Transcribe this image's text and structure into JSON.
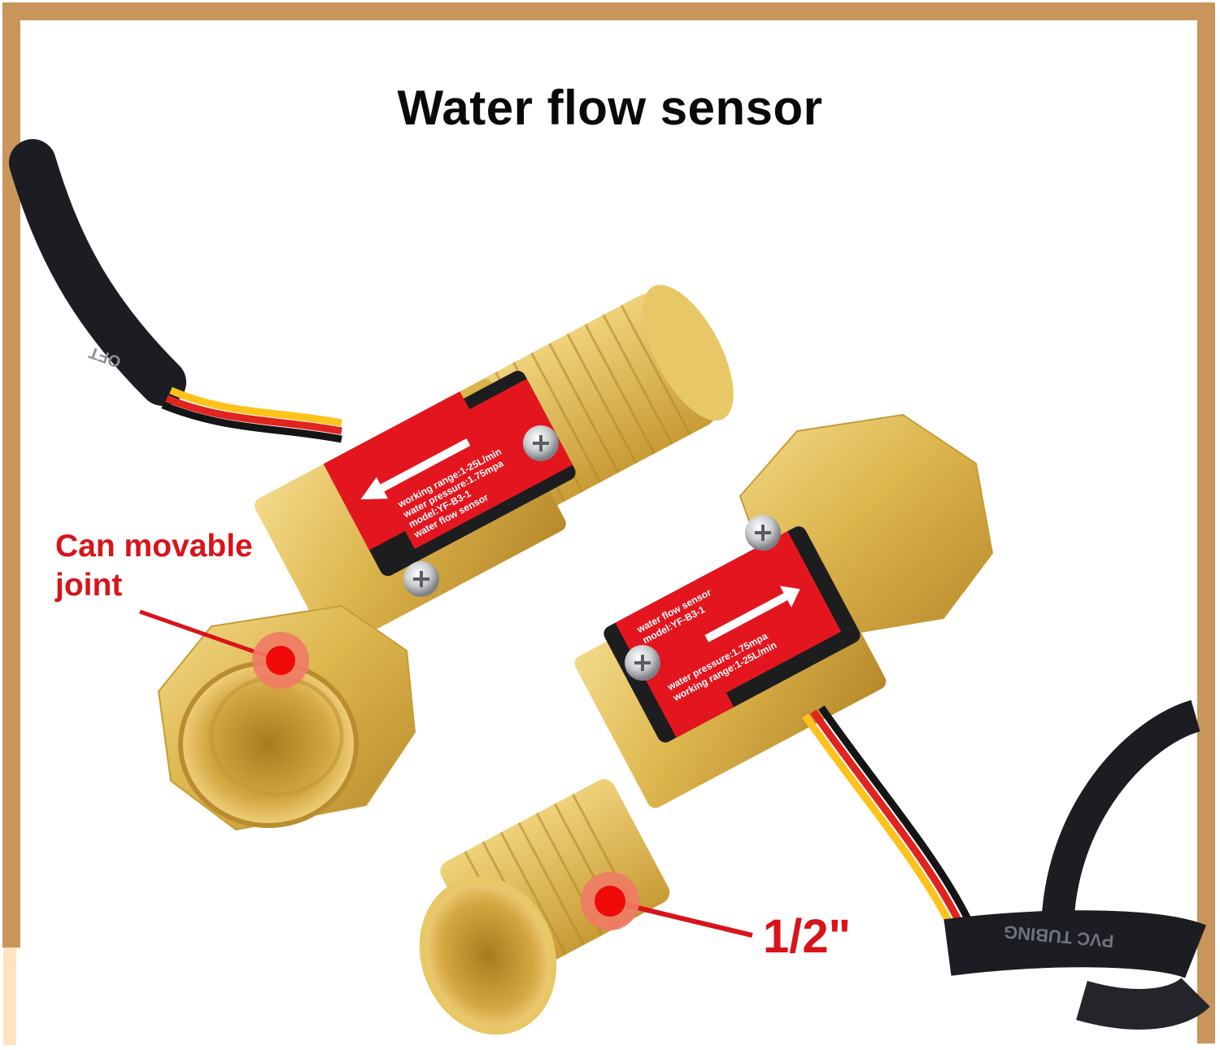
{
  "title": "Water flow sensor",
  "colors": {
    "border": "#C9955A",
    "border_light": "#FFE4BF",
    "brass": "#D9B24A",
    "label_red": "#E3161F",
    "callout_red": "#D8141A",
    "cable": "#1C1D22"
  },
  "callouts": {
    "joint": {
      "line1": "Can movable",
      "line2": "joint"
    },
    "size": {
      "label": "1/2\""
    }
  },
  "sensors": [
    {
      "label_lines": [
        "working range:1-25L/min",
        "water pressure:1.75mpa",
        "model:YF-B3-1",
        "water flow sensor"
      ],
      "arrow": "left"
    },
    {
      "label_lines": [
        "working range:1-25L/min",
        "water pressure:1.75mpa",
        "model:YF-B3-1",
        "water flow sensor"
      ],
      "arrow": "up"
    }
  ],
  "cable_prints": {
    "left": "OFT",
    "right": "PVC TUBING"
  }
}
